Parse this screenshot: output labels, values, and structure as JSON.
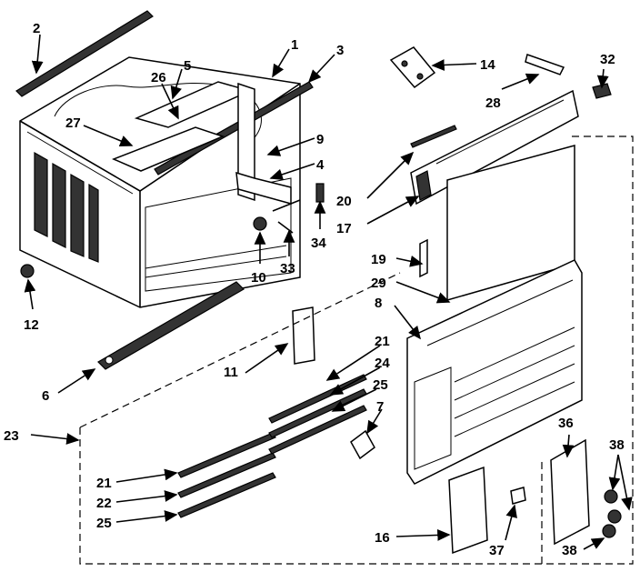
{
  "labels": {
    "l1": "1",
    "l2": "2",
    "l3": "3",
    "l4": "4",
    "l5": "5",
    "l6": "6",
    "l7": "7",
    "l8": "8",
    "l9": "9",
    "l10": "10",
    "l11": "11",
    "l12": "12",
    "l14": "14",
    "l16": "16",
    "l17": "17",
    "l19": "19",
    "l20": "20",
    "l21a": "21",
    "l21b": "21",
    "l22": "22",
    "l23": "23",
    "l24": "24",
    "l25a": "25",
    "l25b": "25",
    "l26": "26",
    "l27": "27",
    "l28": "28",
    "l29": "29",
    "l32": "32",
    "l33": "33",
    "l34": "34",
    "l36": "36",
    "l37": "37",
    "l38a": "38",
    "l38b": "38"
  }
}
